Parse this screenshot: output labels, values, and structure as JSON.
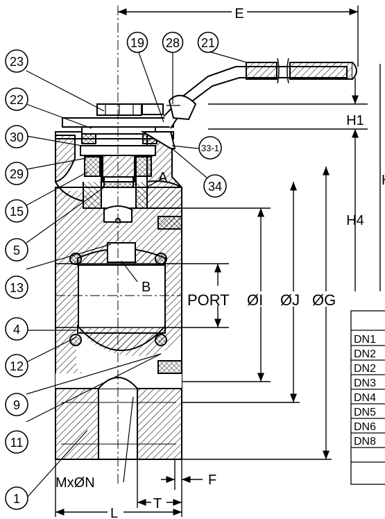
{
  "colors": {
    "ink": "#000000",
    "paper": "#ffffff"
  },
  "balloons": [
    {
      "id": "b19",
      "text": "19"
    },
    {
      "id": "b28",
      "text": "28"
    },
    {
      "id": "b21",
      "text": "21"
    },
    {
      "id": "b23",
      "text": "23"
    },
    {
      "id": "b22",
      "text": "22"
    },
    {
      "id": "b30",
      "text": "30"
    },
    {
      "id": "b29",
      "text": "29"
    },
    {
      "id": "b15",
      "text": "15"
    },
    {
      "id": "b5",
      "text": "5"
    },
    {
      "id": "b13",
      "text": "13"
    },
    {
      "id": "b4",
      "text": "4"
    },
    {
      "id": "b12",
      "text": "12"
    },
    {
      "id": "b9",
      "text": "9"
    },
    {
      "id": "b11",
      "text": "11"
    },
    {
      "id": "b1",
      "text": "1"
    },
    {
      "id": "b34",
      "text": "34"
    },
    {
      "id": "b33",
      "text": "33-1"
    }
  ],
  "letters": {
    "A": "A",
    "B": "B",
    "E": "E",
    "H1": "H1",
    "H4": "H4",
    "H": "H",
    "port": "PORT",
    "oi": "ØI",
    "oj": "ØJ",
    "og": "ØG",
    "mxon": "MxØN",
    "F": "F",
    "T": "T",
    "L": "L"
  },
  "table_rows": [
    "DN1",
    "DN2",
    "DN2",
    "DN3",
    "DN4",
    "DN5",
    "DN6",
    "DN8"
  ]
}
